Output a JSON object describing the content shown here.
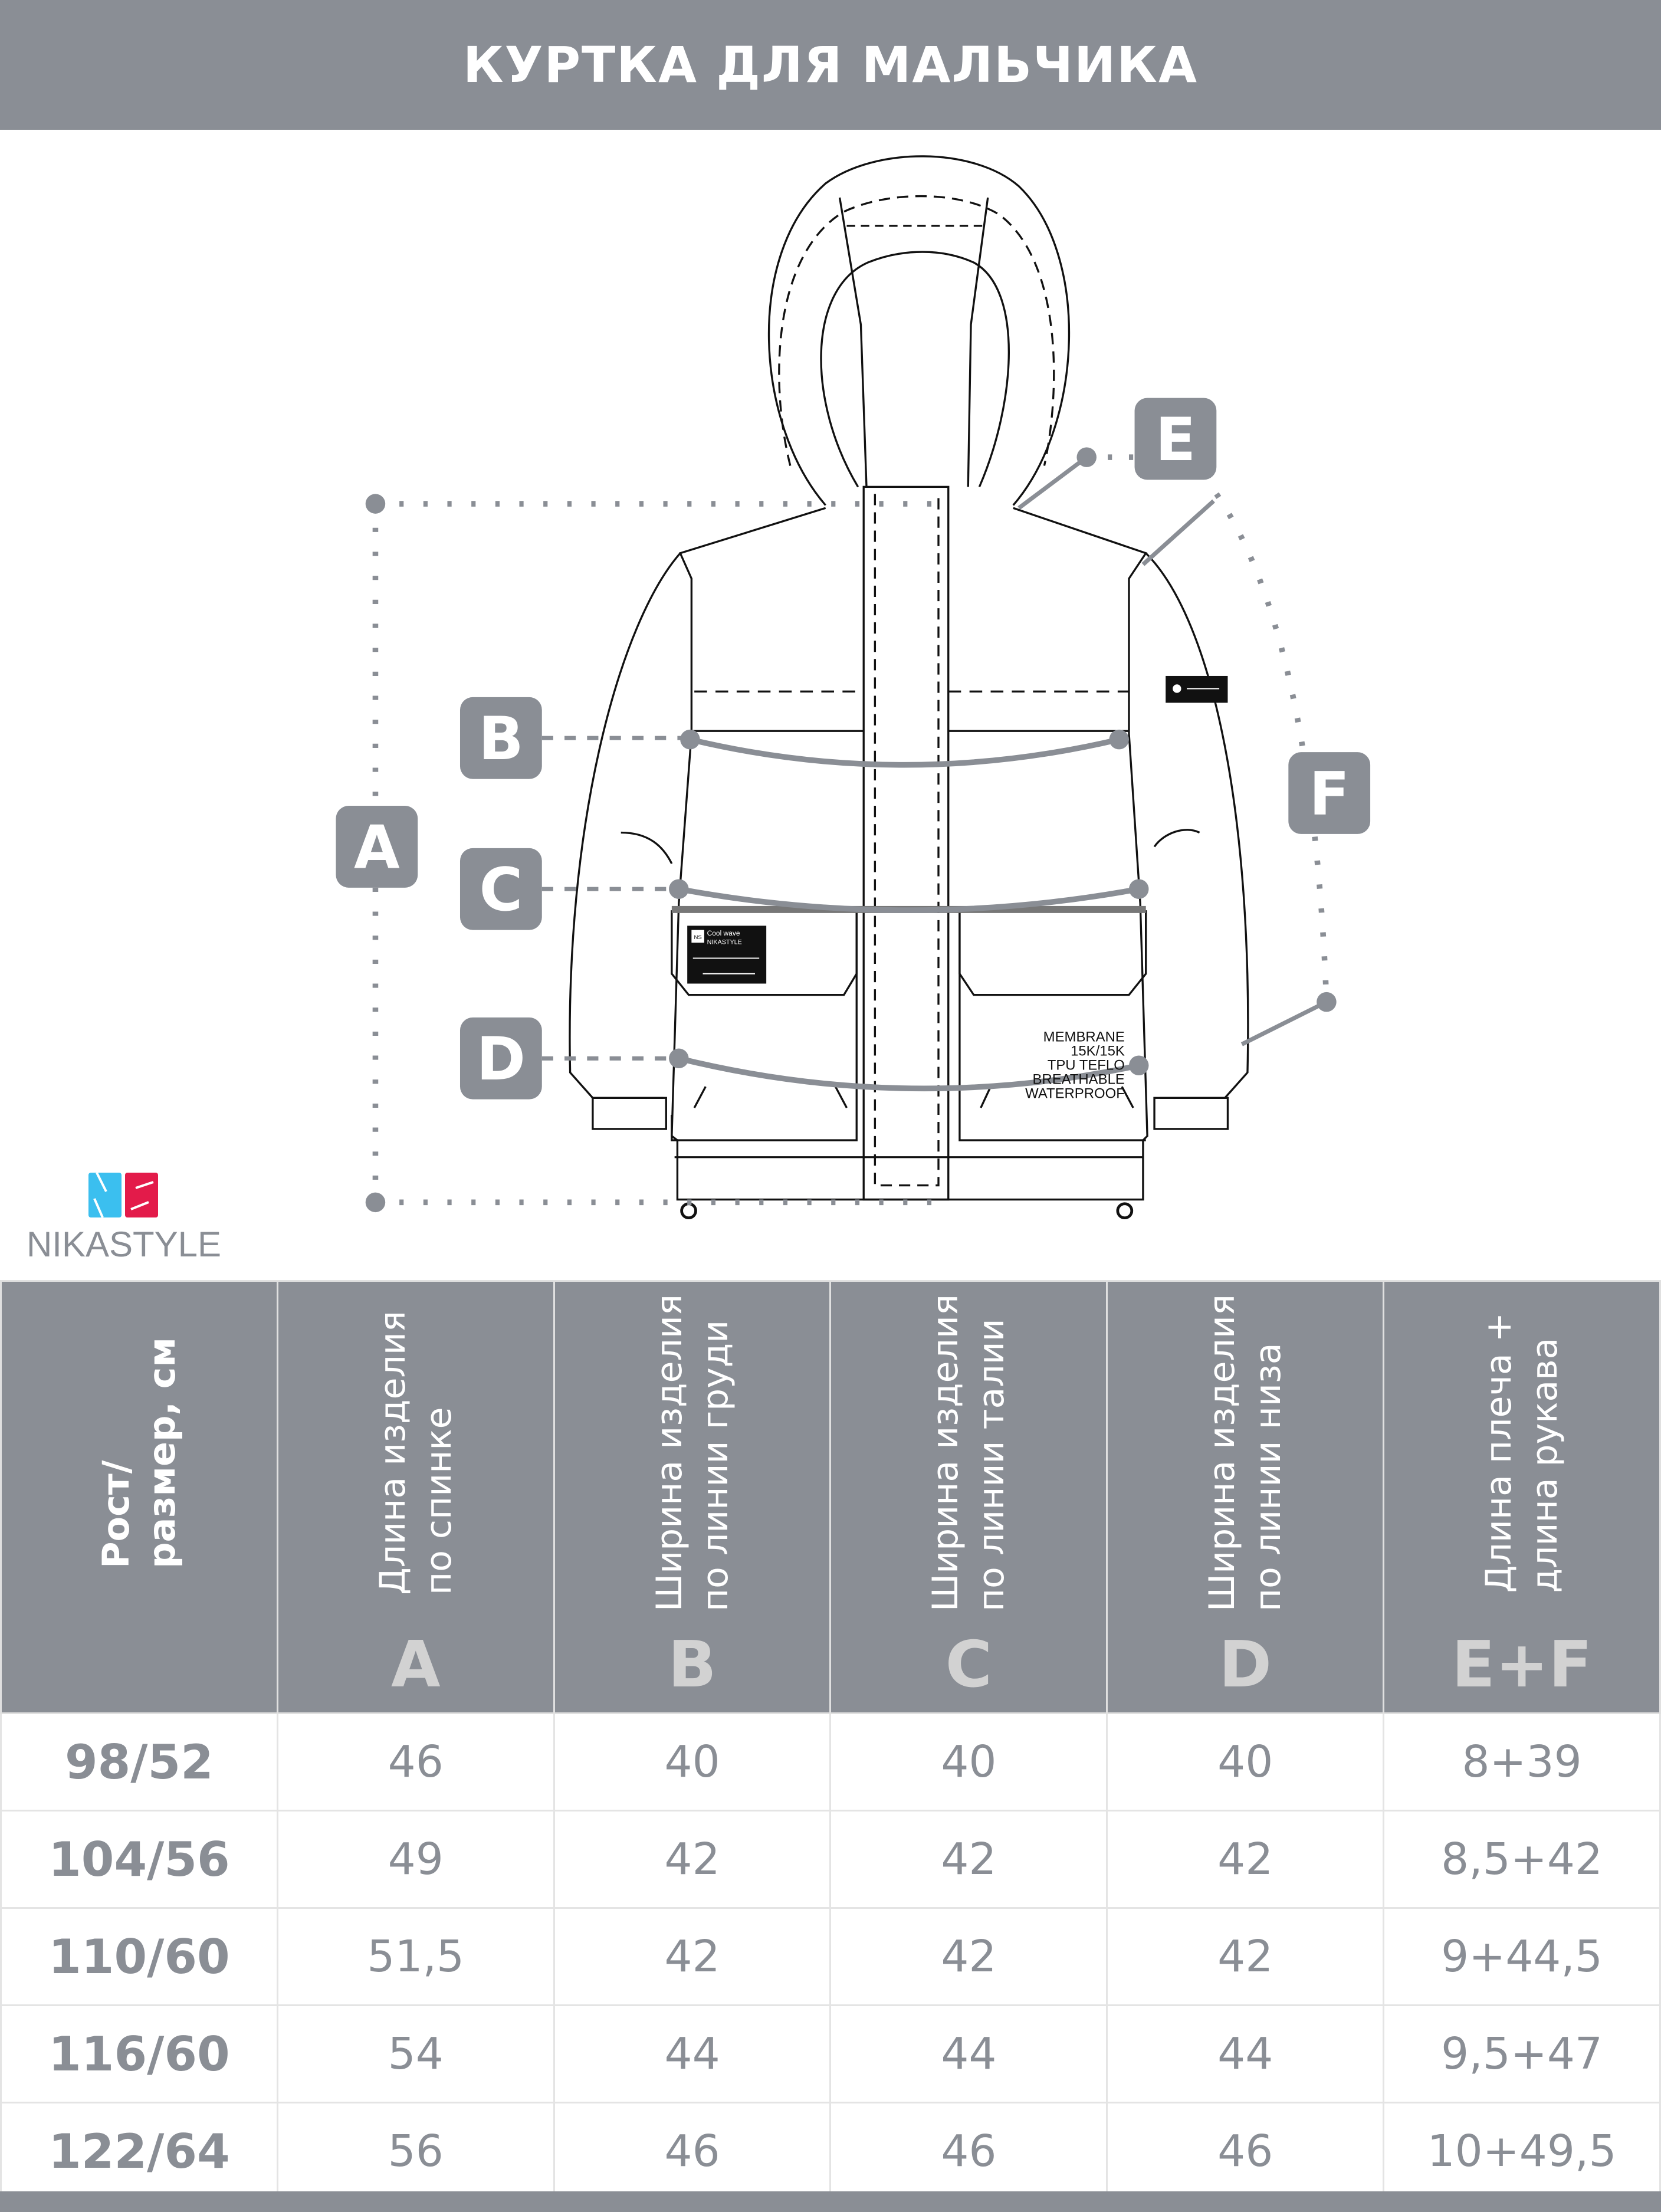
{
  "title": "КУРТКА ДЛЯ МАЛЬЧИКА",
  "brand": {
    "name": "NIKASTYLE",
    "logo_colors": [
      "#3bbfef",
      "#e31b4a"
    ]
  },
  "diagram": {
    "markers": [
      "A",
      "B",
      "C",
      "D",
      "E",
      "F"
    ],
    "jacket_print": [
      "MEMBRANE",
      "15K/15K",
      "TPU TEFLO",
      "BREATHABLE",
      "WATERPROOF"
    ],
    "music_badge": {
      "track": "Cool wave",
      "artist": "NIKASTYLE",
      "logo": "NS"
    }
  },
  "colors": {
    "gray": "#8a8e95",
    "light_letter": "#d2d2d2",
    "grid": "#e4e4e4"
  },
  "table": {
    "headers": [
      {
        "label": "Рост/\nразмер, см",
        "dim": ""
      },
      {
        "label": "Длина изделия\nпо спинке",
        "dim": "A"
      },
      {
        "label": "Ширина изделия\nпо линии груди",
        "dim": "B"
      },
      {
        "label": "Ширина изделия\nпо линии талии",
        "dim": "C"
      },
      {
        "label": "Ширина изделия\nпо линии низа",
        "dim": "D"
      },
      {
        "label": "Длина плеча +\nдлина рукава",
        "dim": "E+F"
      }
    ],
    "rows": [
      [
        "98/52",
        "46",
        "40",
        "40",
        "40",
        "8+39"
      ],
      [
        "104/56",
        "49",
        "42",
        "42",
        "42",
        "8,5+42"
      ],
      [
        "110/60",
        "51,5",
        "42",
        "42",
        "42",
        "9+44,5"
      ],
      [
        "116/60",
        "54",
        "44",
        "44",
        "44",
        "9,5+47"
      ],
      [
        "122/64",
        "56",
        "46",
        "46",
        "46",
        "10+49,5"
      ]
    ]
  }
}
